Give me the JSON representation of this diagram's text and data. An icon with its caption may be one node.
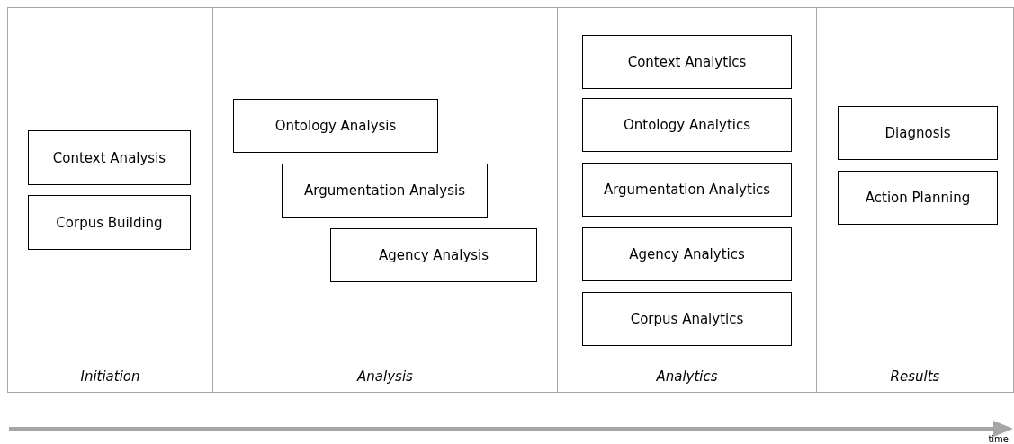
{
  "diagram": {
    "nodes": [
      {
        "text": [
          "Initiation"
        ]
      },
      {
        "text": [
          "Context Analysis"
        ],
        "in": 0
      },
      {
        "text": [
          "Corpus Building"
        ],
        "in": 0
      },
      {
        "text": [
          "Analysis"
        ]
      },
      {
        "text": [
          "Ontology Analysis"
        ],
        "in": 3
      },
      {
        "text": [
          "Argumentation Analysis"
        ],
        "in": 3
      },
      {
        "text": [
          "Agency Analysis"
        ],
        "in": 3
      },
      {
        "text": [
          "Analytics"
        ]
      },
      {
        "text": [
          "Context Analytics"
        ],
        "in": 7
      },
      {
        "text": [
          "Ontology Analytics"
        ],
        "in": 7
      },
      {
        "text": [
          "Argumentation Analytics"
        ],
        "in": 7
      },
      {
        "text": [
          "Agency Analytics"
        ],
        "in": 7
      },
      {
        "text": [
          "Corpus Analytics"
        ],
        "in": 7
      },
      {
        "text": [
          "Results"
        ]
      },
      {
        "text": [
          "Diagnosis"
        ],
        "in": 13
      },
      {
        "text": [
          "Action Planning"
        ],
        "in": 13
      }
    ],
    "edges": [],
    "labels": [
      "time"
    ]
  }
}
